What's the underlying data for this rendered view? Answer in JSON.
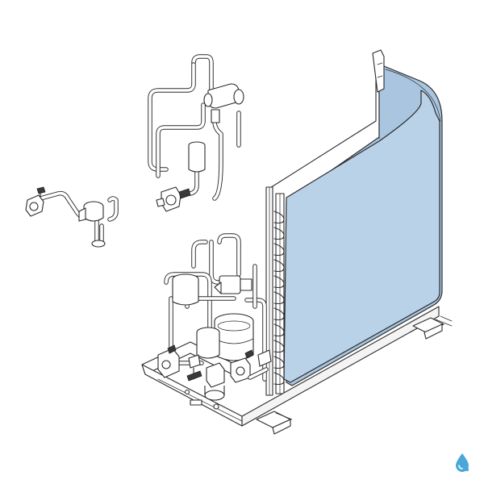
{
  "figure": {
    "highlight_color": "#b9d2e8",
    "line_color": "#2b2b2b",
    "background": "#ffffff"
  },
  "parts": {
    "upper_valve_assembly": "four-way-valve-piping",
    "left_valve_assembly": "service-valve-piping",
    "compressor_assembly": "compressor-on-base-tray",
    "condenser_coil": "highlighted-heat-exchanger"
  },
  "logo": {
    "icon": "water-drop-logo-icon",
    "color": "#4aa8d8"
  }
}
